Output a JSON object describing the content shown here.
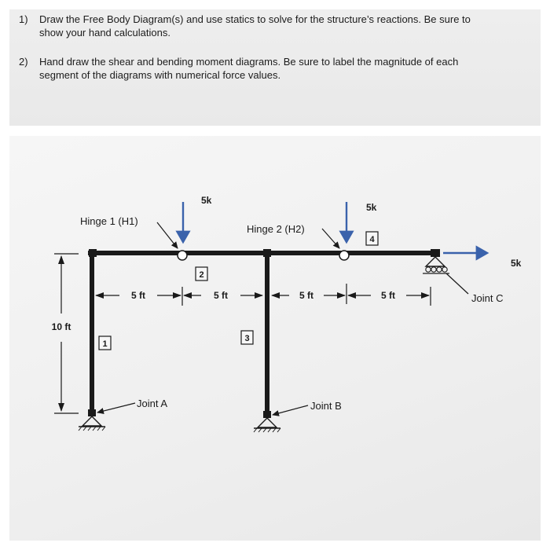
{
  "questions": [
    {
      "number": "1)",
      "line1": "Draw the Free Body Diagram(s) and use statics to solve for the structure’s reactions.  Be sure to",
      "line2": "show your hand calculations."
    },
    {
      "number": "2)",
      "line1": "Hand draw the shear and bending moment diagrams. Be sure to label the magnitude of each",
      "line2": "segment of the diagrams with numerical force values."
    }
  ],
  "diagram": {
    "load1": "5k",
    "load2": "5k",
    "load3": "5k",
    "hinge1": "Hinge 1 (H1)",
    "hinge2": "Hinge 2 (H2)",
    "member1": "1",
    "member2": "2",
    "member3": "3",
    "member4": "4",
    "span1": "5 ft",
    "span2": "5 ft",
    "span3": "5 ft",
    "span4": "5 ft",
    "height": "10 ft",
    "jointA": "Joint A",
    "jointB": "Joint B",
    "jointC": "Joint C"
  },
  "colors": {
    "structure": "#1a1a1a",
    "load": "#3a62ab"
  }
}
